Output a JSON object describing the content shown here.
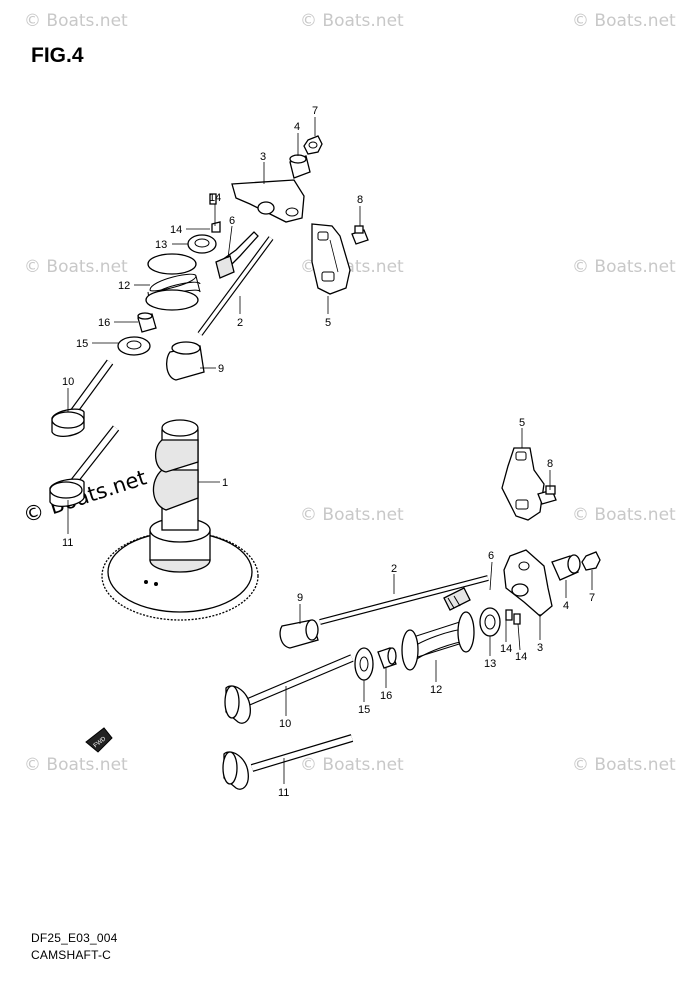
{
  "figure": {
    "title": "FIG.4",
    "code": "DF25_E03_004",
    "name": "CAMSHAFT-C"
  },
  "watermark": {
    "text": "© Boats.net"
  },
  "callouts": {
    "top": [
      "7",
      "4",
      "3",
      "14",
      "14",
      "6",
      "13",
      "8",
      "12",
      "2",
      "5",
      "16",
      "15",
      "9",
      "10",
      "1",
      "11"
    ],
    "bottom": [
      "5",
      "8",
      "6",
      "2",
      "4",
      "7",
      "9",
      "3",
      "14",
      "14",
      "13",
      "16",
      "12",
      "15",
      "10",
      "11"
    ]
  },
  "front_arrow": {
    "label": "FWD"
  }
}
